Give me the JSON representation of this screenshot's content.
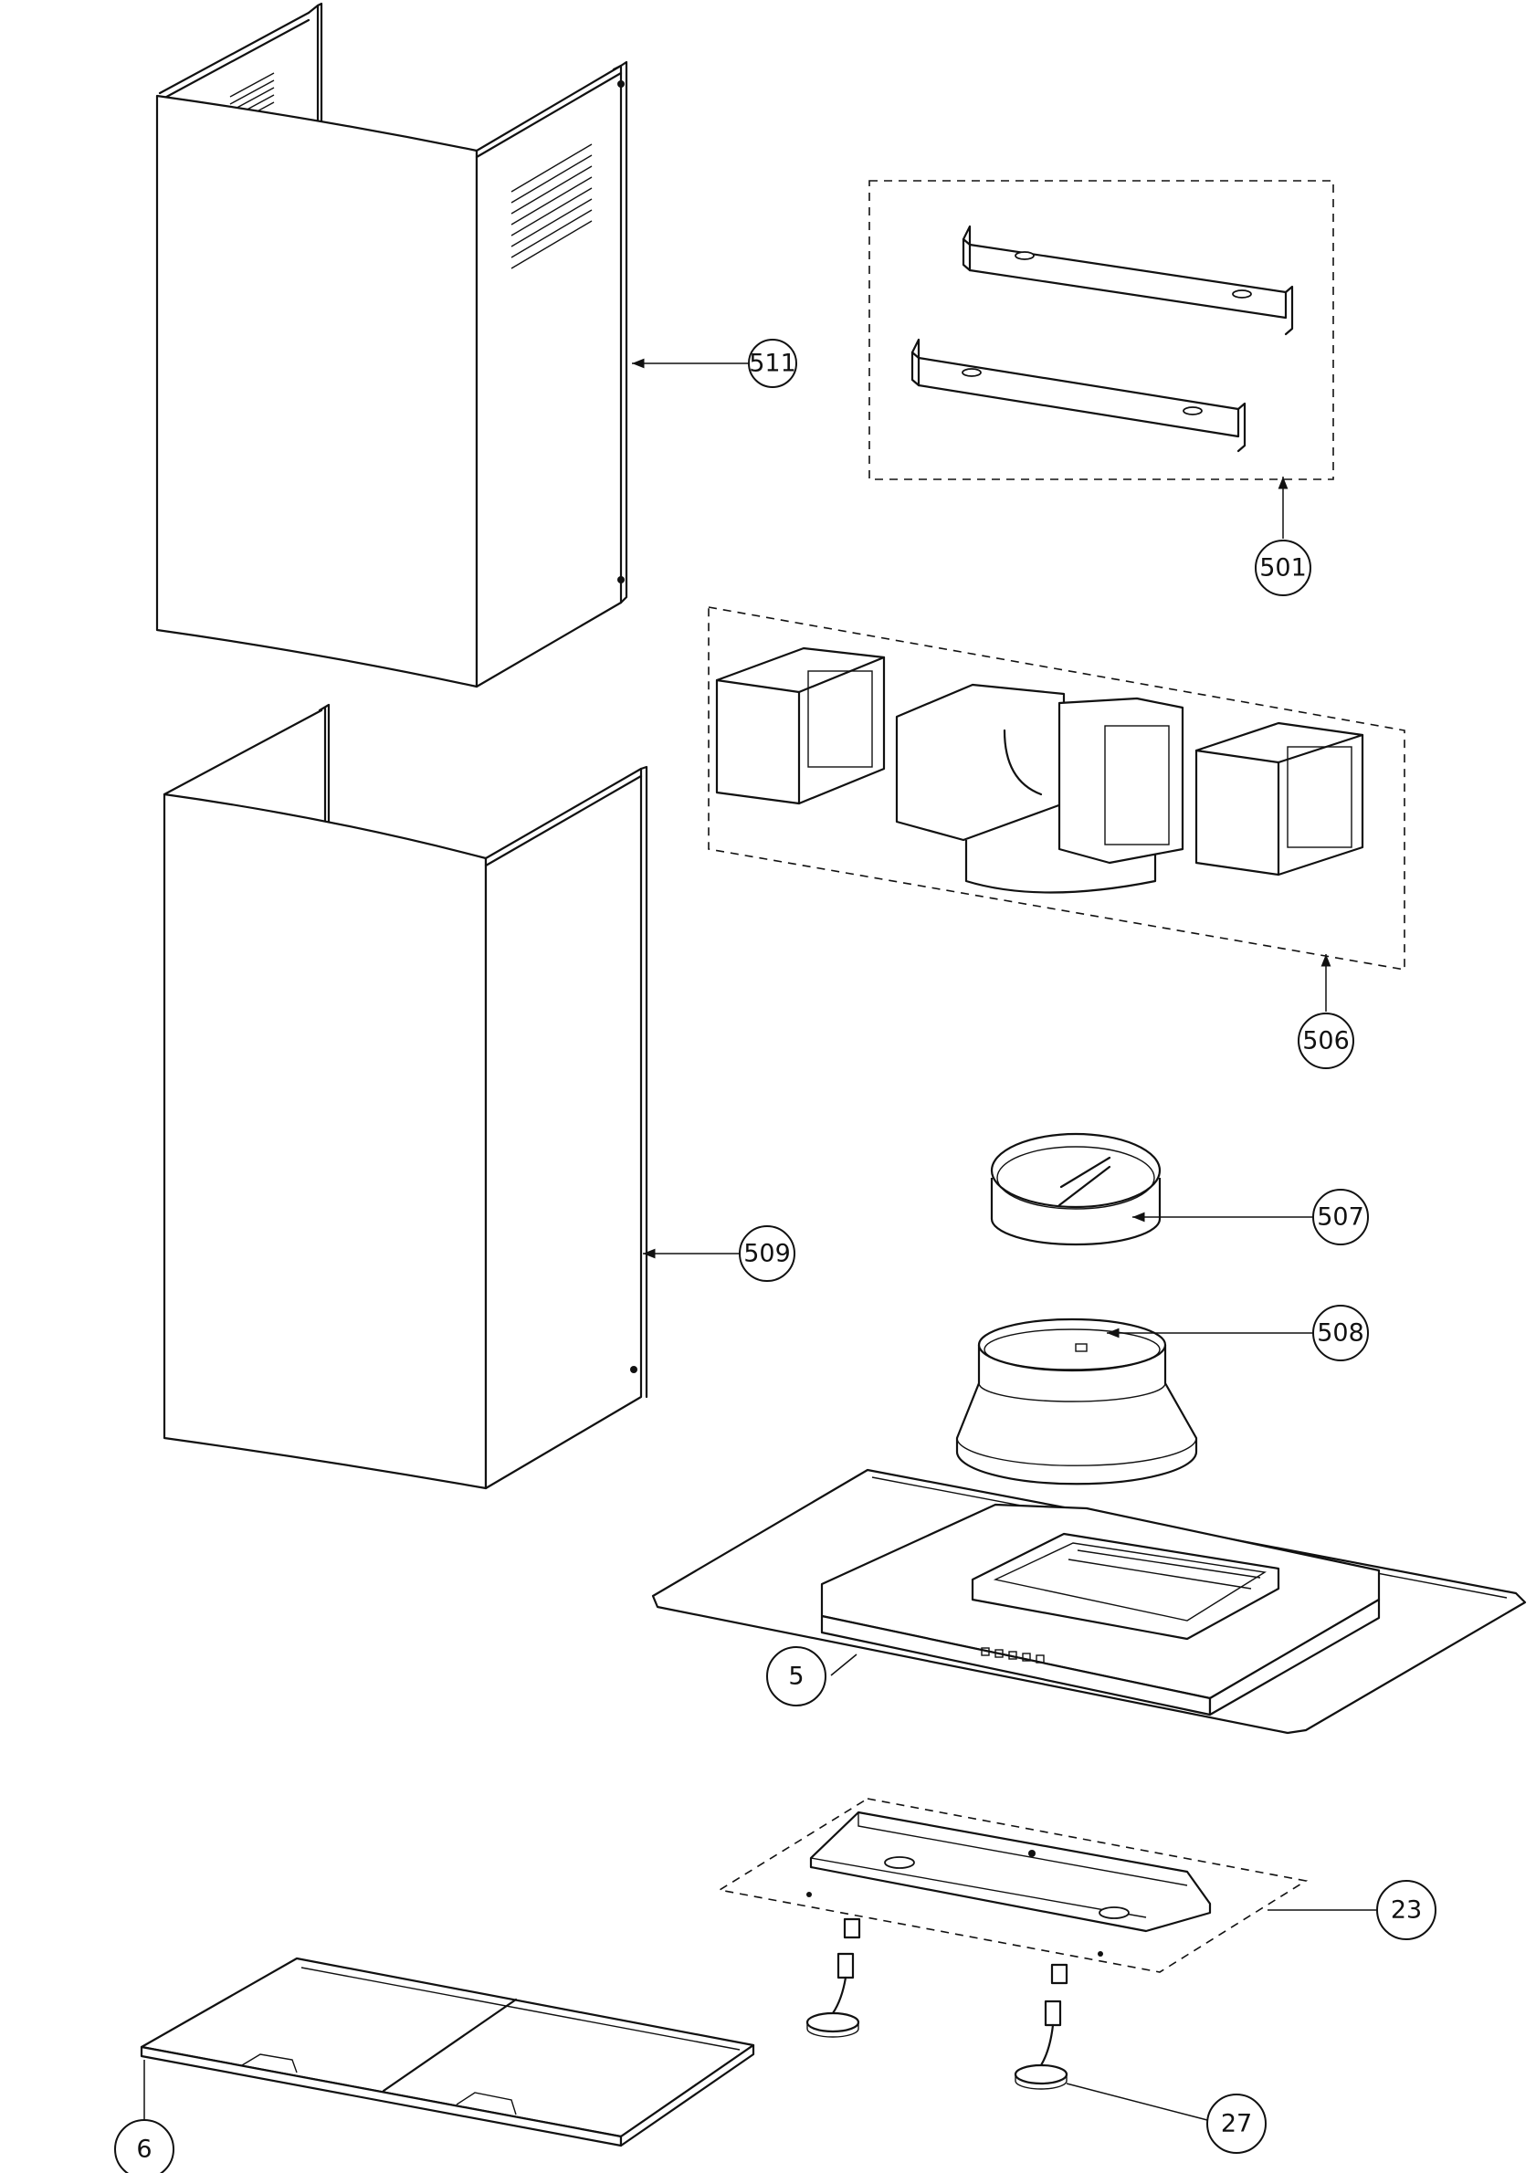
{
  "callouts": {
    "c511": "511",
    "c501": "501",
    "c506": "506",
    "c507": "507",
    "c509": "509",
    "c508": "508",
    "c5": "5",
    "c23": "23",
    "c27": "27",
    "c6": "6"
  }
}
